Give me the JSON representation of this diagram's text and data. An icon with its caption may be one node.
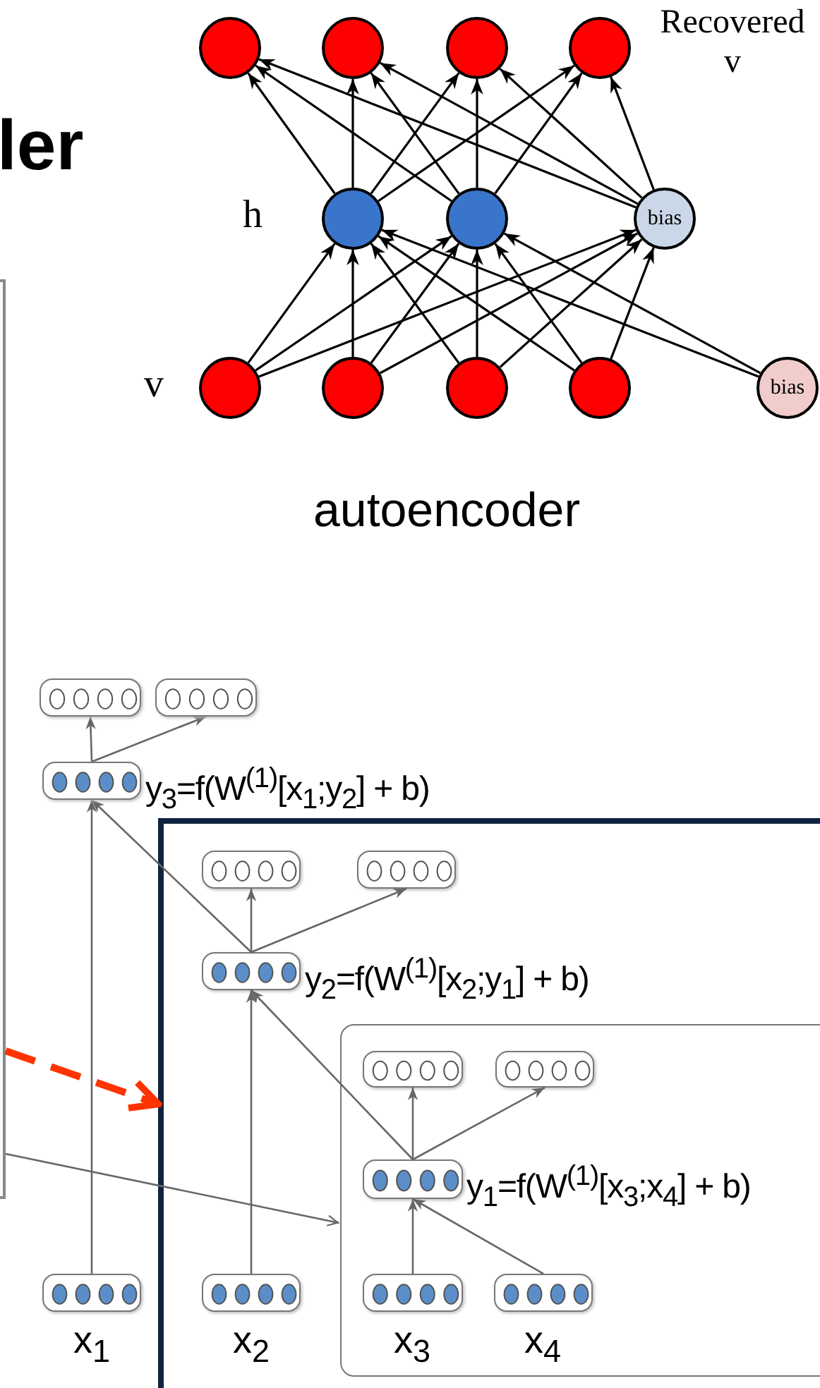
{
  "diagram": {
    "title": "ler",
    "nodes": [
      {
        "text": [],
        "shape": "circle"
      },
      {
        "text": [],
        "shape": "circle"
      },
      {
        "text": [],
        "shape": "circle"
      },
      {
        "text": [],
        "shape": "circle"
      },
      {
        "text": [],
        "shape": "circle"
      },
      {
        "text": [],
        "shape": "circle"
      },
      {
        "text": [
          "bias"
        ]
      },
      {
        "text": [],
        "shape": "circle"
      },
      {
        "text": [],
        "shape": "circle"
      },
      {
        "text": [],
        "shape": "circle"
      },
      {
        "text": [],
        "shape": "circle"
      },
      {
        "text": [
          "bias"
        ]
      },
      {
        "text": [],
        "shape": "box"
      },
      {
        "text": [],
        "shape": "box"
      },
      {
        "text": [],
        "shape": "box"
      },
      {
        "text": [
          "y$_{3}$=f(W$^{(1)}$[x$_{1}$;y$_{2}$] + b)"
        ]
      },
      {
        "text": [],
        "shape": "box"
      },
      {
        "text": [],
        "shape": "box",
        "in": 16
      },
      {
        "text": [],
        "shape": "box",
        "in": 16
      },
      {
        "text": [
          "y$_{2}$=f(W$^{(1)}$[x$_{2}$;y$_{1}$] + b)"
        ],
        "in": 16
      },
      {
        "text": [],
        "shape": "box",
        "in": 16
      },
      {
        "text": [],
        "shape": "box",
        "in": 20
      },
      {
        "text": [],
        "shape": "box",
        "in": 20
      },
      {
        "text": [
          "y$_{1}$=f(W$^{(1)}$[x$_{3}$;x$_{4}$] + b)"
        ],
        "in": 20
      },
      {
        "text": [
          "x$_{1}$"
        ]
      },
      {
        "text": [
          "x$_{2}$"
        ],
        "in": 16
      },
      {
        "text": [
          "x$_{3}$"
        ],
        "in": 20
      },
      {
        "text": [
          "x$_{4}$"
        ],
        "in": 20
      }
    ],
    "edges": [
      {
        "from": 7,
        "to": 4,
        "arrow": "to"
      },
      {
        "from": 7,
        "to": 5,
        "arrow": "to"
      },
      {
        "from": 7,
        "to": 6,
        "arrow": "to"
      },
      {
        "from": 8,
        "to": 4,
        "arrow": "to"
      },
      {
        "from": 8,
        "to": 5,
        "arrow": "to"
      },
      {
        "from": 8,
        "to": 6,
        "arrow": "to"
      },
      {
        "from": 9,
        "to": 4,
        "arrow": "to"
      },
      {
        "from": 9,
        "to": 5,
        "arrow": "to"
      },
      {
        "from": 9,
        "to": 6,
        "arrow": "to"
      },
      {
        "from": 10,
        "to": 4,
        "arrow": "to"
      },
      {
        "from": 10,
        "to": 5,
        "arrow": "to"
      },
      {
        "from": 10,
        "to": 6,
        "arrow": "to"
      },
      {
        "from": 11,
        "to": 4,
        "arrow": "to"
      },
      {
        "from": 11,
        "to": 5,
        "arrow": "to"
      },
      {
        "from": 4,
        "to": 0,
        "arrow": "to"
      },
      {
        "from": 4,
        "to": 1,
        "arrow": "to"
      },
      {
        "from": 4,
        "to": 2,
        "arrow": "to"
      },
      {
        "from": 4,
        "to": 3,
        "arrow": "to"
      },
      {
        "from": 5,
        "to": 0,
        "arrow": "to"
      },
      {
        "from": 5,
        "to": 1,
        "arrow": "to"
      },
      {
        "from": 5,
        "to": 2,
        "arrow": "to"
      },
      {
        "from": 5,
        "to": 3,
        "arrow": "to"
      },
      {
        "from": 6,
        "to": 0,
        "arrow": "to"
      },
      {
        "from": 6,
        "to": 1,
        "arrow": "to"
      },
      {
        "from": 6,
        "to": 2,
        "arrow": "to"
      },
      {
        "from": 6,
        "to": 3,
        "arrow": "to"
      },
      {
        "from": 15,
        "to": 13,
        "arrow": "to",
        "color": "#666666"
      },
      {
        "from": 15,
        "to": 14,
        "arrow": "to",
        "color": "#666666"
      },
      {
        "from": 24,
        "to": 15,
        "arrow": "to",
        "color": "#666666"
      },
      {
        "from": 19,
        "to": 15,
        "arrow": "to",
        "color": "#666666"
      },
      {
        "from": 19,
        "to": 17,
        "arrow": "to",
        "color": "#666666"
      },
      {
        "from": 19,
        "to": 18,
        "arrow": "to",
        "color": "#666666"
      },
      {
        "from": 25,
        "to": 19,
        "arrow": "to",
        "color": "#666666"
      },
      {
        "from": 23,
        "to": 19,
        "arrow": "to",
        "color": "#666666"
      },
      {
        "from": 23,
        "to": 21,
        "arrow": "to",
        "color": "#666666"
      },
      {
        "from": 23,
        "to": 22,
        "arrow": "to",
        "color": "#666666"
      },
      {
        "from": 26,
        "to": 23,
        "arrow": "to",
        "color": "#666666"
      },
      {
        "from": 27,
        "to": 23,
        "arrow": "to",
        "color": "#666666"
      },
      {
        "from": 12,
        "to": 16,
        "arrow": "to",
        "style": "dashed",
        "color": "#ff3300"
      },
      {
        "from": 12,
        "to": 20,
        "arrow": "to",
        "color": "#666666"
      }
    ],
    "labels": [
      "Recovered v",
      "h",
      "v",
      "autoencoder"
    ]
  }
}
